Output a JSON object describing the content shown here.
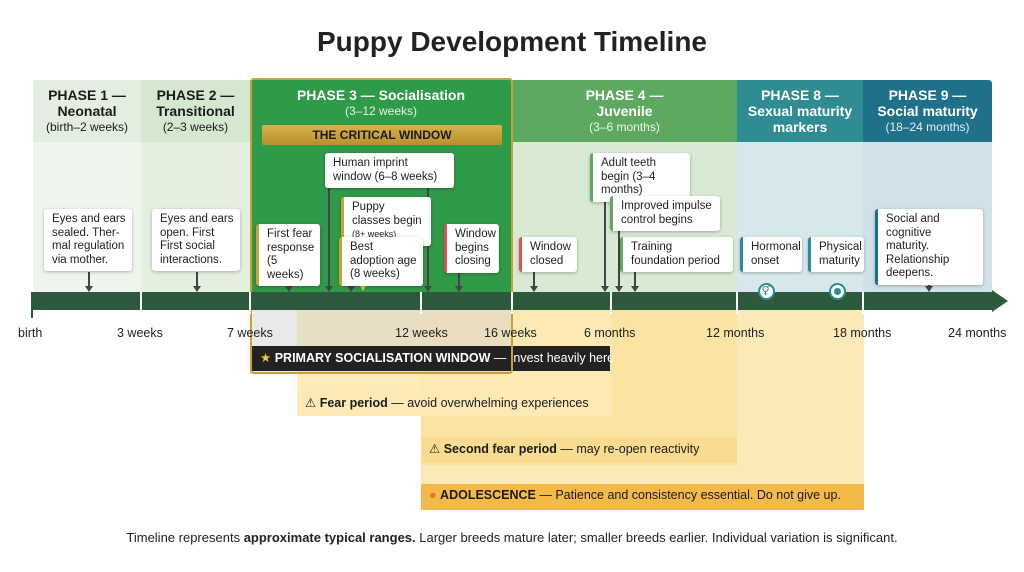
{
  "title": "Puppy Development Timeline",
  "phases": [
    {
      "title": "PHASE 1 —",
      "title2": "Neonatal",
      "sub": "(birth–2 weeks)",
      "color": "#e3eee0"
    },
    {
      "title": "PHASE 2 —",
      "title2": "Transitional",
      "sub": "(2–3 weeks)",
      "color": "#d5e7cf"
    },
    {
      "title": "PHASE 3 — Socialisation",
      "title2": "",
      "sub": "(3–12 weeks)",
      "color": "#2f9a47"
    },
    {
      "title": "PHASE 4 —",
      "title2": "Juvenile",
      "sub": "(3–6 months)",
      "color": "#5da95f"
    },
    {
      "title": "PHASE 8 —",
      "title2": "Sexual maturity",
      "title3": "markers",
      "color": "#2e8c92"
    },
    {
      "title": "PHASE 9 —",
      "title2": "Social maturity",
      "sub": "(18–24 months)",
      "color": "#1e7188"
    }
  ],
  "critical_window": "THE CRITICAL WINDOW",
  "callouts": [
    {
      "text": "Eyes and ears sealed. Ther-mal regulation via mother."
    },
    {
      "text": "Eyes and ears open. First First social interactions."
    },
    {
      "text": "First fear response (5 weeks)"
    },
    {
      "text": "Human imprint window (6–8 weeks)"
    },
    {
      "text": "Puppy classes begin",
      "small": "(8+ weeks)"
    },
    {
      "text": "Best adoption age (8 weeks)"
    },
    {
      "text": "Window begins closing"
    },
    {
      "text": "Window closed"
    },
    {
      "text": "Adult teeth begin (3–4 months)"
    },
    {
      "text": "Improved impulse control begins"
    },
    {
      "text": "Training foundation period"
    },
    {
      "text": "Hormonal onset"
    },
    {
      "text": "Physical maturity"
    },
    {
      "text": "Social and cognitive maturity. Relationship deepens."
    }
  ],
  "timeline_labels": [
    "birth",
    "3 weeks",
    "7 weeks",
    "12 weeks",
    "16 weeks",
    "6 months",
    "12 months",
    "18 months",
    "24 months"
  ],
  "windows": [
    {
      "icon": "★",
      "bold": "PRIMARY SOCIALISATION WINDOW",
      "rest": " — Invest heavily here"
    },
    {
      "icon": "⚠",
      "bold": "Fear period",
      "rest": " — avoid overwhelming experiences"
    },
    {
      "icon": "⚠",
      "bold": "Second fear period",
      "rest": " — may re-open reactivity"
    },
    {
      "icon": "●",
      "bold": "ADOLESCENCE",
      "rest": " — Patience and consistency essential. Do not give up."
    }
  ],
  "footer": {
    "pre": "Timeline represents ",
    "bold": "approximate typical ranges.",
    "post": " Larger breeds mature later; smaller breeds earlier. Individual variation is significant."
  },
  "colors": {
    "timeline": "#2d5a3c",
    "phase3_border": "#c9a03a",
    "critical_gold": "#c9a03a",
    "window_yellow": "#fbe2a0",
    "adolescence_orange": "#f3ba4a"
  }
}
